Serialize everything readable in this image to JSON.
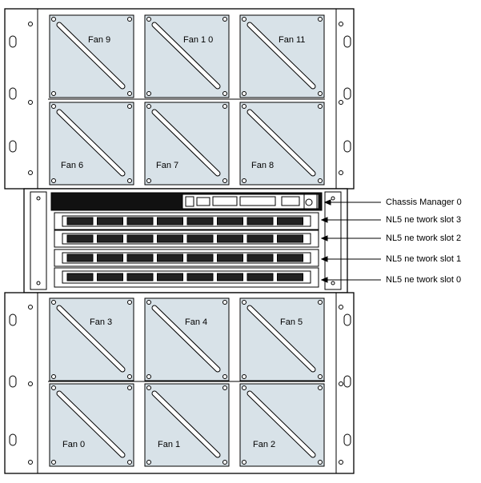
{
  "fans_upper": [
    {
      "label": "Fan  9"
    },
    {
      "label": "Fan  1 0"
    },
    {
      "label": "Fan  11"
    },
    {
      "label": "Fan  6"
    },
    {
      "label": "Fan  7"
    },
    {
      "label": "Fan  8"
    }
  ],
  "fans_lower": [
    {
      "label": "Fan  3"
    },
    {
      "label": "Fan  4"
    },
    {
      "label": "Fan  5"
    },
    {
      "label": "Fan  0"
    },
    {
      "label": "Fan  1"
    },
    {
      "label": "Fan  2"
    }
  ],
  "callouts": [
    {
      "label": "Chassis Manager 0"
    },
    {
      "label": "NL5 ne twork slot 3"
    },
    {
      "label": "NL5 ne twork slot 2"
    },
    {
      "label": "NL5 ne twork slot 1"
    },
    {
      "label": "NL5 ne twork slot 0"
    }
  ],
  "colors": {
    "fan_fill": "#d8e2e8",
    "line": "#000000",
    "panel": "#ffffff",
    "chassis_dark": "#111111"
  }
}
